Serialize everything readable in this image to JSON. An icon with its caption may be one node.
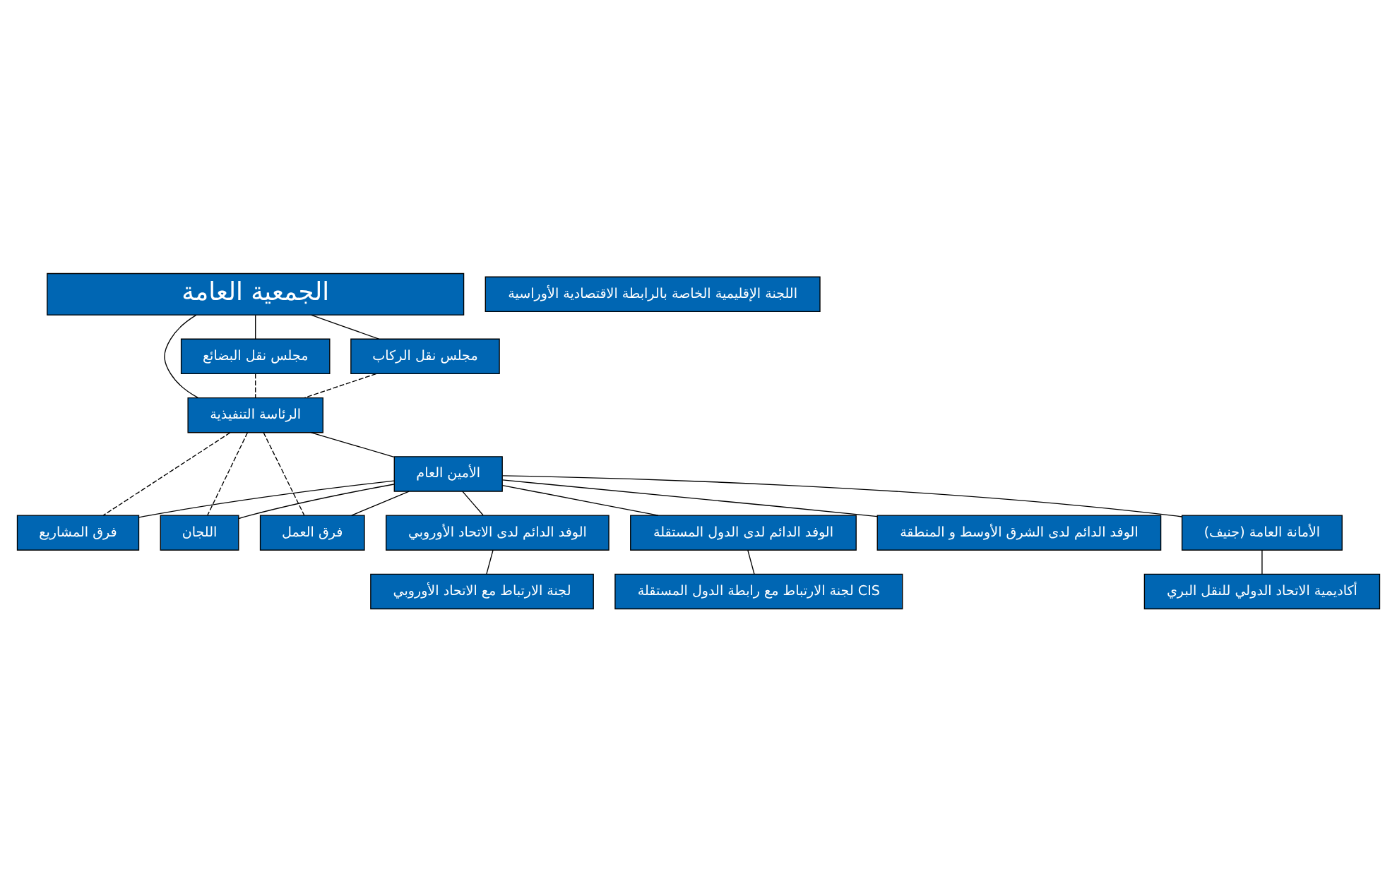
{
  "diagram": {
    "nodes": [
      {
        "text": [
          "الجمعية العامة"
        ]
      },
      {
        "text": [
          "مجلس نقل البضائع"
        ]
      },
      {
        "text": [
          "مجلس نقل الركاب"
        ]
      },
      {
        "text": [
          "الرئاسة التنفيذية"
        ]
      },
      {
        "text": [
          "الأمين العام"
        ]
      },
      {
        "text": [
          "فرق المشاريع"
        ]
      },
      {
        "text": [
          "اللجان"
        ]
      },
      {
        "text": [
          "فرق العمل"
        ]
      },
      {
        "text": [
          "الأمانة العامة (جنيف)"
        ]
      },
      {
        "text": [
          "أكاديمية الاتحاد الدولي للنقل البري"
        ]
      },
      {
        "text": [
          "الوفد الدائم لدى الاتحاد الأوروبي"
        ]
      },
      {
        "text": [
          "لجنة الارتباط مع الاتحاد الأوروبي"
        ]
      },
      {
        "text": [
          "الوفد الدائم لدى الدول المستقلة"
        ]
      },
      {
        "text": [
          "لجنة الارتباط مع رابطة الدول المستقلة CIS"
        ]
      },
      {
        "text": [
          "الوفد الدائم لدى الشرق الأوسط و المنطقة"
        ]
      },
      {
        "text": [
          "اللجنة الإقليمية الخاصة بالرابطة الاقتصادية الأوراسية"
        ]
      }
    ],
    "edges": [
      {
        "from": 0,
        "to": 1,
        "arrow": "none"
      },
      {
        "from": 0,
        "to": 2,
        "arrow": "none"
      },
      {
        "from": 0,
        "to": 3,
        "arrow": "none"
      },
      {
        "from": 1,
        "to": 3,
        "arrow": "none",
        "style": "dashed"
      },
      {
        "from": 2,
        "to": 3,
        "arrow": "none",
        "style": "dashed"
      },
      {
        "from": 3,
        "to": 4,
        "arrow": "none"
      },
      {
        "from": 3,
        "to": 5,
        "arrow": "none",
        "style": "dashed"
      },
      {
        "from": 3,
        "to": 6,
        "arrow": "none",
        "style": "dashed"
      },
      {
        "from": 3,
        "to": 7,
        "arrow": "none",
        "style": "dashed"
      },
      {
        "from": 4,
        "to": 5,
        "arrow": "none"
      },
      {
        "from": 4,
        "to": 6,
        "arrow": "none"
      },
      {
        "from": 4,
        "to": 7,
        "arrow": "none"
      },
      {
        "from": 4,
        "to": 8,
        "arrow": "none"
      },
      {
        "from": 4,
        "to": 10,
        "arrow": "none"
      },
      {
        "from": 4,
        "to": 12,
        "arrow": "none"
      },
      {
        "from": 4,
        "to": 14,
        "arrow": "none"
      },
      {
        "from": 8,
        "to": 9,
        "arrow": "none"
      },
      {
        "from": 10,
        "to": 11,
        "arrow": "none"
      },
      {
        "from": 12,
        "to": 13,
        "arrow": "none"
      }
    ]
  }
}
